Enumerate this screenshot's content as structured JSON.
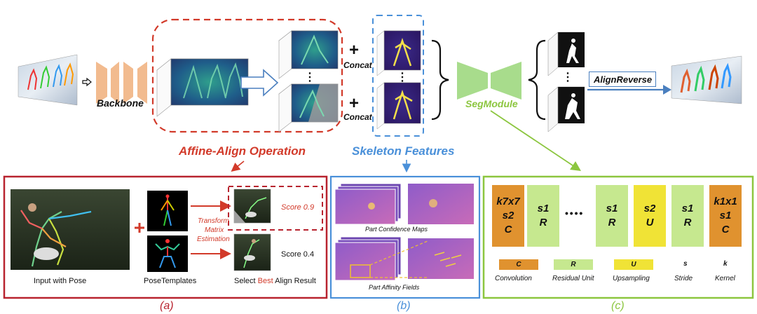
{
  "top": {
    "backbone_label": "Backbone",
    "concat_label_1": "Concat",
    "concat_label_2": "Concat",
    "affine_align_title": "Affine-Align Operation",
    "skeleton_title": "Skeleton Features",
    "segmodule_label": "SegModule",
    "align_reverse_label": "AlignReverse",
    "vdots": "⋮",
    "plus": "+"
  },
  "panel_a": {
    "input_caption": "Input with Pose",
    "templates_caption": "PoseTemplates",
    "result_caption_pre": "Select ",
    "result_caption_best": "Best",
    "result_caption_post": " Align Result",
    "transform_text_1": "Transform",
    "transform_text_2": "Matrix",
    "transform_text_3": "Estimation",
    "score_1": "Score 0.9",
    "score_2": "Score 0.4",
    "plus": "+",
    "caption": "(a)"
  },
  "panel_b": {
    "pcm_caption": "Part Confidence Maps",
    "paf_caption": "Part Affinity Fields",
    "caption": "(b)"
  },
  "panel_c": {
    "blocks": [
      {
        "l1": "k7x7",
        "l2": "s2",
        "l3": "C"
      },
      {
        "l1": "",
        "l2": "s1",
        "l3": "R"
      },
      {
        "l1": "",
        "l2": "s1",
        "l3": "R"
      },
      {
        "l1": "",
        "l2": "s2",
        "l3": "U"
      },
      {
        "l1": "",
        "l2": "s1",
        "l3": "R"
      },
      {
        "l1": "k1x1",
        "l2": "s1",
        "l3": "C"
      }
    ],
    "dots": "• • • •",
    "legend": [
      {
        "key": "C",
        "label": "Convolution",
        "color": "#e0922f"
      },
      {
        "key": "R",
        "label": "Residual Unit",
        "color": "#c6e88f"
      },
      {
        "key": "U",
        "label": "Upsampling",
        "color": "#f0e336"
      },
      {
        "key": "s",
        "label": "Stride",
        "color": ""
      },
      {
        "key": "k",
        "label": "Kernel",
        "color": ""
      }
    ],
    "caption": "(c)"
  },
  "colors": {
    "red": "#d23a2a",
    "dark_red": "#b8232f",
    "blue": "#4a90d9",
    "green": "#8cc63f",
    "orange_block": "#e0922f",
    "light_green_block": "#c6e88f",
    "yellow_block": "#f0e336",
    "backbone": "#f2bb8f",
    "segmodule": "#a8dc8c"
  }
}
